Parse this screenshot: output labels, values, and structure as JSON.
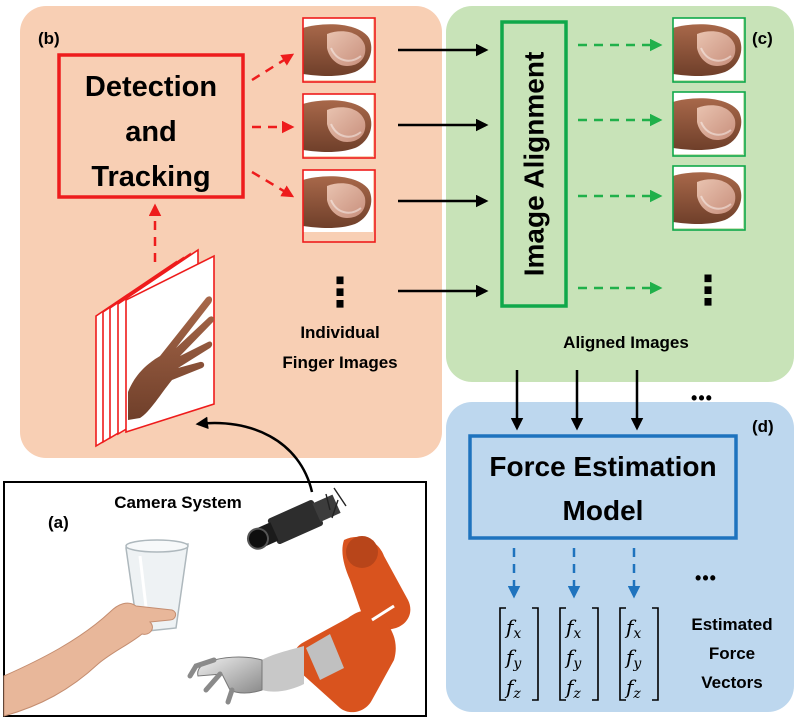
{
  "panels": {
    "a": {
      "tag": "(a)",
      "label": "Camera System"
    },
    "b": {
      "tag": "(b)",
      "detection_lines": [
        "Detection",
        "and",
        "Tracking"
      ],
      "caption_lines": [
        "Individual",
        "Finger Images"
      ]
    },
    "c": {
      "tag": "(c)",
      "alignment_label": "Image Alignment",
      "caption": "Aligned Images"
    },
    "d": {
      "tag": "(d)",
      "model_lines": [
        "Force Estimation",
        "Model"
      ],
      "caption_lines": [
        "Estimated",
        "Force",
        "Vectors"
      ]
    }
  },
  "vector_components": [
    "f",
    "x",
    "f",
    "y",
    "f",
    "z"
  ],
  "more_symbol_vertical": "⋮",
  "more_symbol_horizontal": "•••",
  "colors": {
    "panel_b": "#f8cfb4",
    "panel_c": "#c8e3b8",
    "panel_d": "#bdd7ee",
    "detection_border": "#ee1c1c",
    "alignment_border": "#10a84a",
    "model_border": "#1e73be",
    "arrow_red": "#ee1c1c",
    "arrow_green": "#20b04a",
    "arrow_blue": "#1e73be",
    "skin": "#9a5a3c",
    "skin_light": "#e8b79a",
    "robot_orange": "#d9531e"
  }
}
